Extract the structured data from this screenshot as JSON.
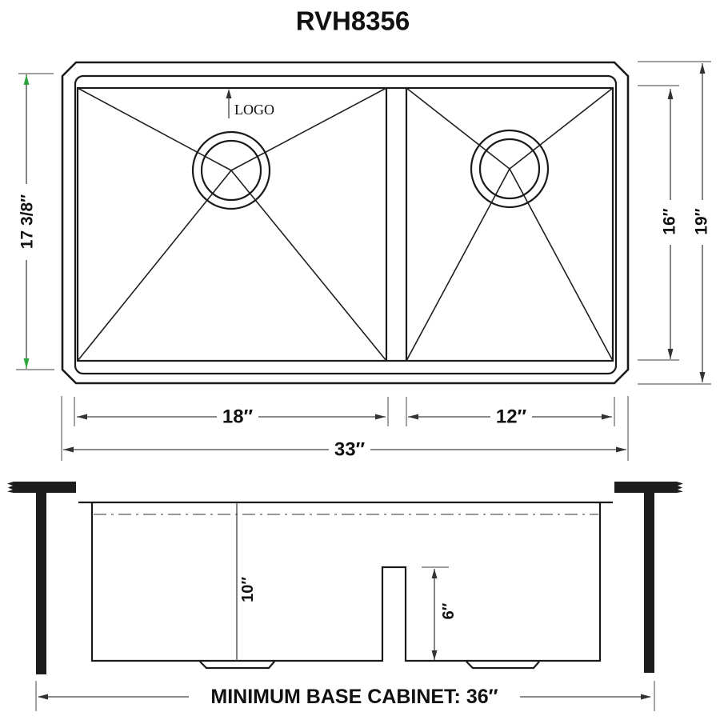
{
  "title": "RVH8356",
  "colors": {
    "outline": "#1a1a1a",
    "dimension_line": "#444444",
    "extension_line": "#666666",
    "accent_green": "#2ea53d"
  },
  "top_view": {
    "logo_label": "LOGO",
    "dim_rim_front_to_back": "17 3/8″",
    "dim_bowl_front_to_back": "16″",
    "dim_overall_front_to_back": "19″",
    "dim_left_bowl_width": "18″",
    "dim_right_bowl_width": "12″",
    "dim_overall_width": "33″"
  },
  "front_view": {
    "dim_bowl_depth": "10″",
    "dim_divider_height": "6″",
    "cabinet_note": "MINIMUM BASE CABINET: 36″"
  }
}
